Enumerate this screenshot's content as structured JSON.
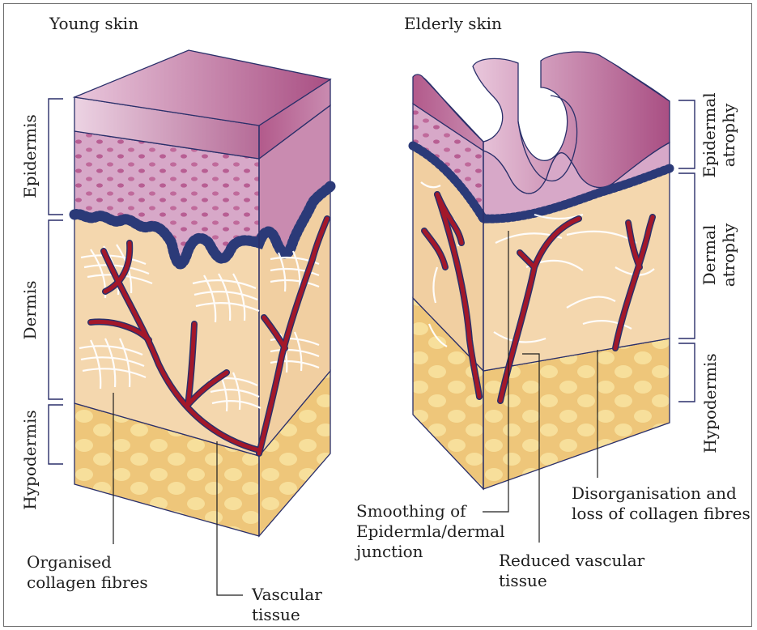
{
  "titles": {
    "young": "Young skin",
    "elderly": "Elderly skin"
  },
  "left_layers": {
    "epidermis": "Epidermis",
    "dermis": "Dermis",
    "hypodermis": "Hypodermis"
  },
  "right_layers": {
    "epidermal_atrophy": "Epidermal\natrophy",
    "dermal_atrophy": "Dermal\natrophy",
    "hypodermis": "Hypodermis"
  },
  "callouts": {
    "organised": "Organised\ncollagen fibres",
    "vascular": "Vascular\ntissue",
    "smoothing": "Smoothing of\nEpidermla/dermal\njunction",
    "reduced": "Reduced vascular\ntissue",
    "disorganisation": "Disorganisation and\nloss of collagen fibres"
  },
  "colors": {
    "outline": "#2a2f6a",
    "epidermis_top": "#b45e8e",
    "epidermis_face": "#d7a8c8",
    "basal_cells": "#2b3a78",
    "dermis": "#f4d7ae",
    "hypodermis": "#eec67a",
    "vessel": "#a3182a",
    "collagen": "#ffffff"
  }
}
